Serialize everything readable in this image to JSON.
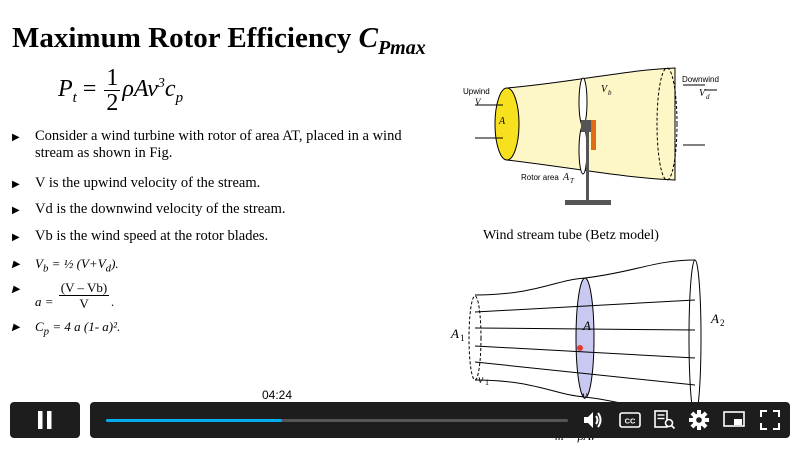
{
  "slide": {
    "title_main": "Maximum Rotor Efficiency ",
    "title_symbol": "C",
    "title_sub": "Pmax",
    "formula": {
      "lhs": "P",
      "lhs_sub": "t",
      "eq": " = ",
      "num": "1",
      "den": "2",
      "rhs_pre": "ρAv",
      "rhs_sup": "3",
      "rhs_c": "c",
      "rhs_sub": "p"
    },
    "bullets": {
      "b1": "Consider a wind turbine with rotor of area AT, placed in a wind stream as shown in Fig.",
      "b2": "V is the upwind velocity of the stream.",
      "b3": "Vd is the downwind velocity of the stream.",
      "b4": "Vb is the wind speed at the rotor blades.",
      "b5_pre": "V",
      "b5_sub": "b",
      "b5_mid": " = ½ (V+V",
      "b5_sub2": "d",
      "b5_end": ").",
      "b6_a": "a = ",
      "b6_num": "(V – Vb)",
      "b6_den": "V",
      "b6_end": ".",
      "b7_pre": "C",
      "b7_sub": "p",
      "b7_rest": " = 4 a (1- a)²."
    },
    "figure1": {
      "upwind": "Upwind",
      "v": "V",
      "a": "A",
      "vb": "V",
      "vb_sub": "b",
      "downwind": "Downwind",
      "vd": "V",
      "vd_sub": "d",
      "rotor_area": "Rotor area",
      "at": "A",
      "at_sub": "T"
    },
    "caption": "Wind stream tube (Betz model)",
    "figure2": {
      "a1": "A",
      "a1_sub": "1",
      "a": "A",
      "a2": "A",
      "a2_sub": "2",
      "v1": "v",
      "v1_sub": "1",
      "v": "v",
      "mdot": "ṁ = ρAv"
    }
  },
  "player": {
    "time_tooltip": "04:24",
    "progress_fraction": 0.38,
    "accent_color": "#00adef"
  }
}
